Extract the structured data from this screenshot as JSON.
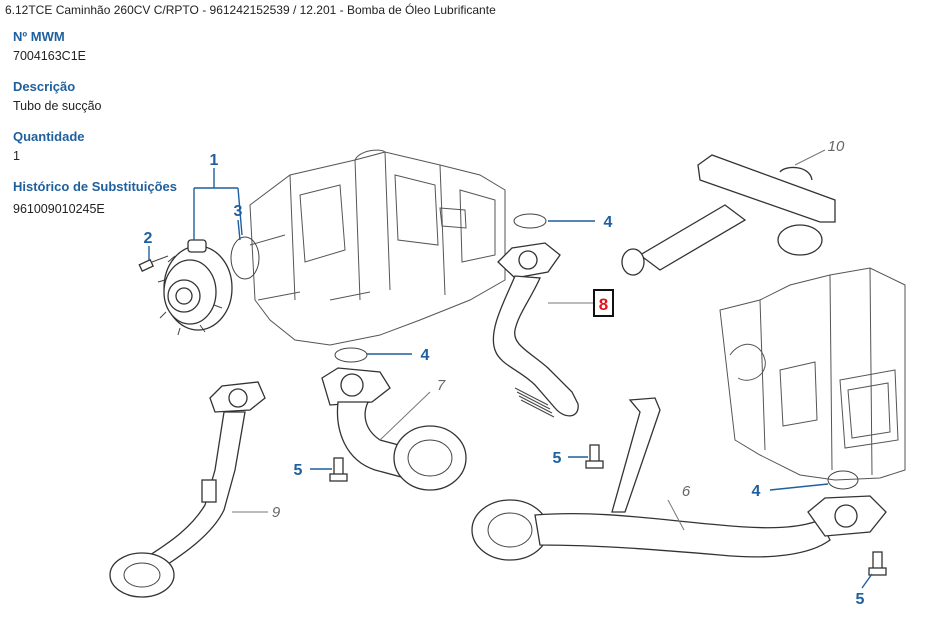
{
  "header": {
    "breadcrumb": "6.12TCE Caminhão 260CV C/RPTO - 961242152539  /  12.201 - Bomba de Óleo Lubrificante"
  },
  "details": {
    "mwm_label": "Nº MWM",
    "mwm_value": "7004163C1E",
    "description_label": "Descrição",
    "description_value": "Tubo de sucção",
    "quantity_label": "Quantidade",
    "quantity_value": "1",
    "history_label": "Histórico de Substituições",
    "history_value": "961009010245E"
  },
  "diagram": {
    "callouts": {
      "c1": "1",
      "c2": "2",
      "c3": "3",
      "c4a": "4",
      "c4b": "4",
      "c4c": "4",
      "c5a": "5",
      "c5b": "5",
      "c5c": "5",
      "c6": "6",
      "c7": "7",
      "c8": "8",
      "c9": "9",
      "c10": "10"
    },
    "highlight_color": "#e0151b",
    "callout_color": "#1f5f9e"
  }
}
